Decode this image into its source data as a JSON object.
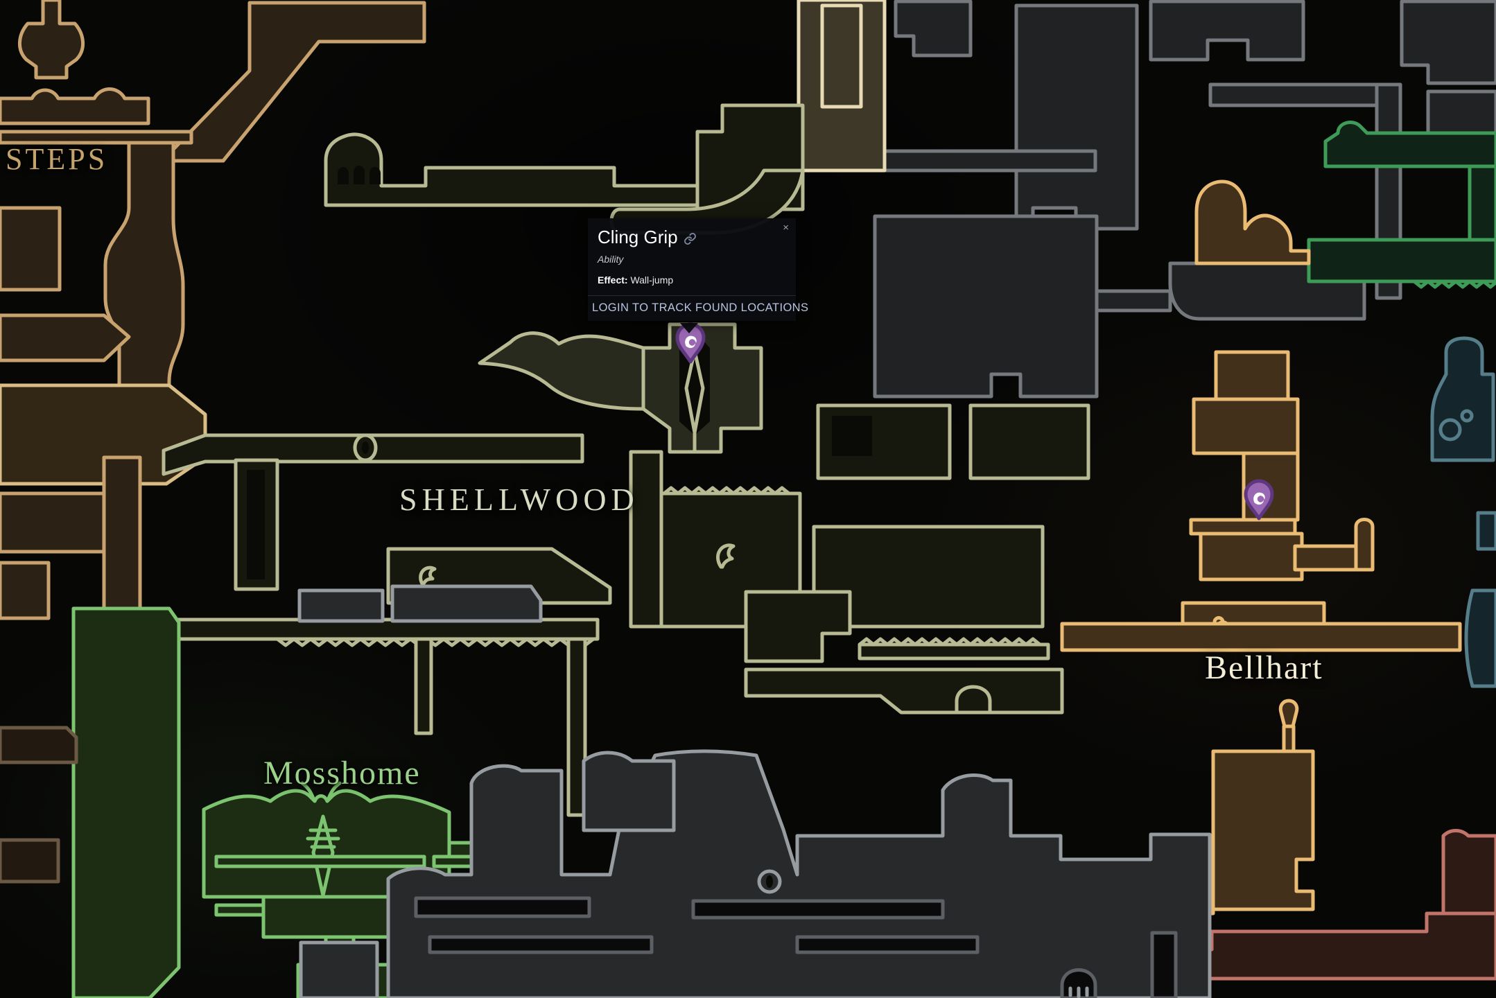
{
  "regions": {
    "steps": {
      "label": "STEPS"
    },
    "shellwood": {
      "label": "SHELLWOOD"
    },
    "mosshome": {
      "label": "Mosshome"
    },
    "bellhart": {
      "label": "Bellhart"
    }
  },
  "popup": {
    "title": "Cling Grip",
    "category": "Ability",
    "effect_label": "Effect:",
    "effect_value": "Wall-jump",
    "login_text": "LOGIN TO TRACK FOUND LOCATIONS",
    "close_label": "×"
  },
  "markers": [
    {
      "name": "cling-grip-ability-marker",
      "selected": true
    },
    {
      "name": "ability-marker-east",
      "selected": false
    }
  ],
  "icons": {
    "marker_glyph": "silk-swoosh-icon",
    "popup_link": "link-icon",
    "popup_close": "close-icon",
    "marker_shape": "map-pin"
  },
  "colors": {
    "background": "#070706",
    "steps_outline": "#c8a36f",
    "shellwood_outline": "#b7ba92",
    "gray_outline": "#75797e",
    "light_gray_outline": "#979ca1",
    "green_outline": "#3f9b58",
    "mosshome_outline": "#7cc470",
    "bellhart_outline": "#eabb72",
    "salmon_outline": "#c3746a",
    "teal_outline": "#567e8a",
    "cream_outline": "#e9dab6",
    "marker_purple": "#9a68b2",
    "popup_background": "#0a0c11",
    "popup_login_text": "#b9c4e0",
    "label_steps": "#c5a36c",
    "label_shellwood": "#d7dcc3",
    "label_mosshome": "#9bd289",
    "label_bellhart": "#f4eed6"
  }
}
